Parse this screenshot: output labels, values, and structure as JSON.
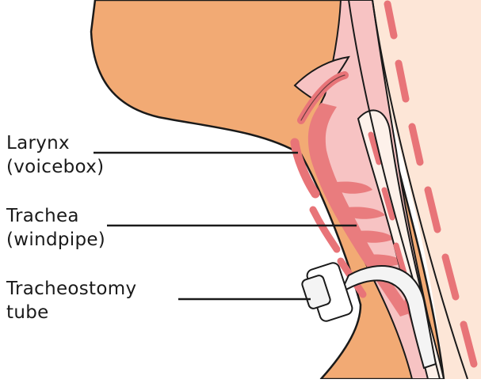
{
  "labels": {
    "larynx": {
      "line1": "Larynx",
      "line2": "(voicebox)"
    },
    "trachea": {
      "line1": "Trachea",
      "line2": "(windpipe)"
    },
    "tube": {
      "line1": "Tracheostomy",
      "line2": "tube"
    }
  },
  "colors": {
    "skin_tan": "#f2aa74",
    "skin_light": "#fde6d7",
    "airway_pink": "#f7c3c3",
    "airway_red": "#e97c7e",
    "cartilage": "#e87478",
    "outline": "#1a1a1a",
    "tube_white": "#f4f4f4"
  }
}
